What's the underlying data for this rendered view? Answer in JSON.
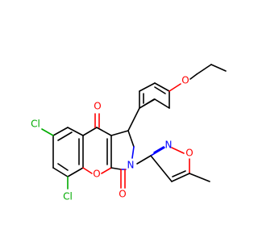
{
  "atoms": {
    "cl_top": {
      "text": "Cl",
      "color": "#00aa00"
    },
    "cl_bottom": {
      "text": "Cl",
      "color": "#00aa00"
    },
    "o_ketone": {
      "text": "O",
      "color": "#ff0000"
    },
    "o_ring": {
      "text": "O",
      "color": "#ff0000"
    },
    "o_lactam": {
      "text": "O",
      "color": "#ff0000"
    },
    "n_ring": {
      "text": "N",
      "color": "#0000ff"
    },
    "n_isoxazole": {
      "text": "N",
      "color": "#0000ff"
    },
    "o_isoxazole": {
      "text": "O",
      "color": "#ff0000"
    },
    "o_ether": {
      "text": "O",
      "color": "#ff0000"
    }
  }
}
